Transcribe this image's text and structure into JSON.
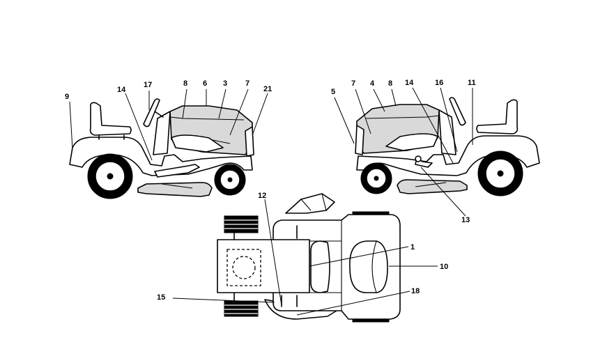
{
  "callouts": {
    "left_view": [
      "9",
      "14",
      "17",
      "8",
      "6",
      "3",
      "7",
      "21"
    ],
    "right_view": [
      "5",
      "7",
      "4",
      "8",
      "14",
      "16",
      "11",
      "13"
    ],
    "top_view": [
      "12",
      "1",
      "10",
      "15",
      "18"
    ]
  }
}
